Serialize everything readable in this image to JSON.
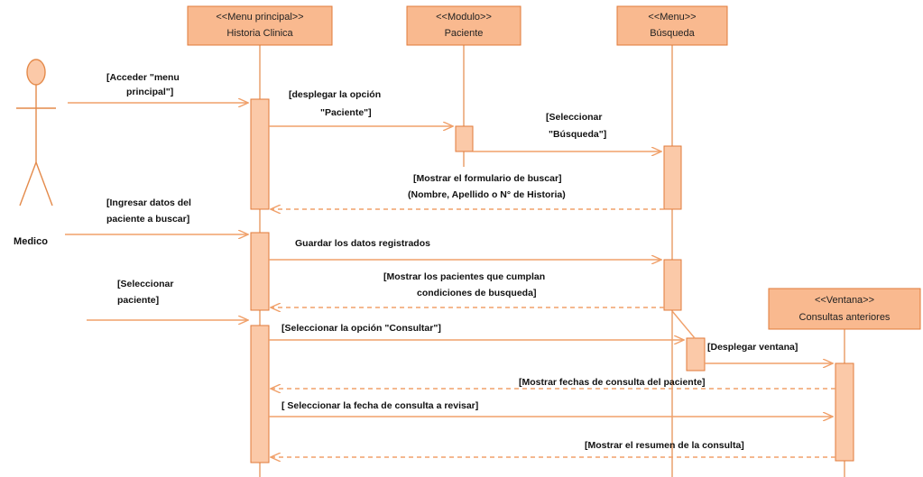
{
  "lifelines": [
    {
      "id": "historia",
      "stereotype": "<<Menu principal>>",
      "name": "Historia Clinica"
    },
    {
      "id": "paciente",
      "stereotype": "<<Modulo>>",
      "name": "Paciente"
    },
    {
      "id": "busqueda",
      "stereotype": "<<Menu>>",
      "name": "Búsqueda"
    },
    {
      "id": "consultas",
      "stereotype": "<<Ventana>>",
      "name": "Consultas anteriores"
    }
  ],
  "actor": {
    "name": "Medico"
  },
  "messages": [
    {
      "id": "m1",
      "lines": [
        "[Acceder \"menu",
        "principal\"]"
      ]
    },
    {
      "id": "m2",
      "lines": [
        "[desplegar la opción",
        "\"Paciente\"]"
      ]
    },
    {
      "id": "m3",
      "lines": [
        "[Seleccionar",
        "\"Búsqueda\"]"
      ]
    },
    {
      "id": "m4",
      "lines": [
        "[Mostrar el formulario de buscar]",
        "(Nombre, Apellido o N° de Historia)"
      ]
    },
    {
      "id": "m5",
      "lines": [
        "[Ingresar datos del",
        "paciente a buscar]"
      ]
    },
    {
      "id": "m6",
      "lines": [
        "Guardar los datos registrados"
      ]
    },
    {
      "id": "m7",
      "lines": [
        "[Mostrar los pacientes que cumplan",
        "condiciones de busqueda]"
      ]
    },
    {
      "id": "m8",
      "lines": [
        "[Seleccionar",
        "paciente]"
      ]
    },
    {
      "id": "m9",
      "lines": [
        "[Seleccionar la opción \"Consultar\"]"
      ]
    },
    {
      "id": "m10",
      "lines": [
        "[Desplegar ventana]"
      ]
    },
    {
      "id": "m11",
      "lines": [
        "[Mostrar fechas de consulta del paciente]"
      ]
    },
    {
      "id": "m12",
      "lines": [
        "[ Seleccionar la fecha de consulta a revisar]"
      ]
    },
    {
      "id": "m13",
      "lines": [
        "[Mostrar el resumen de la consulta]"
      ]
    }
  ]
}
